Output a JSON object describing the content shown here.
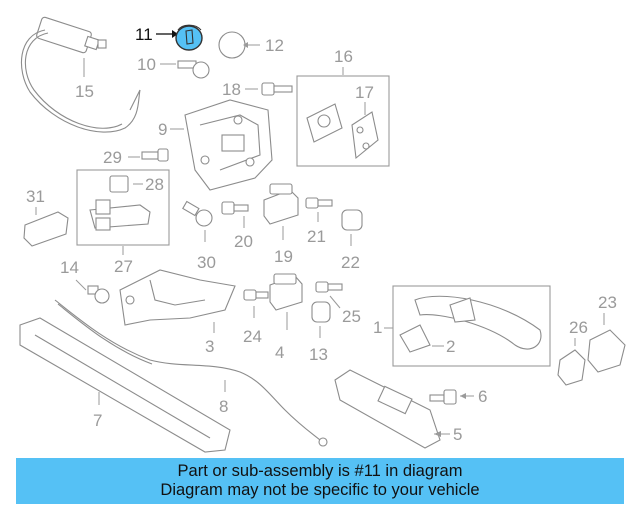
{
  "diagram": {
    "highlight_part": "11",
    "highlight_color": "#55c1f5",
    "callouts": [
      "11",
      "12",
      "10",
      "15",
      "18",
      "16",
      "17",
      "9",
      "29",
      "28",
      "31",
      "19",
      "21",
      "20",
      "30",
      "22",
      "27",
      "14",
      "25",
      "24",
      "1",
      "2",
      "3",
      "4",
      "13",
      "23",
      "26",
      "7",
      "8",
      "6",
      "5"
    ]
  },
  "banner": {
    "line1": "Part or sub-assembly is #11 in diagram",
    "line2": "Diagram may not be specific to your vehicle",
    "background": "#55c1f5"
  }
}
